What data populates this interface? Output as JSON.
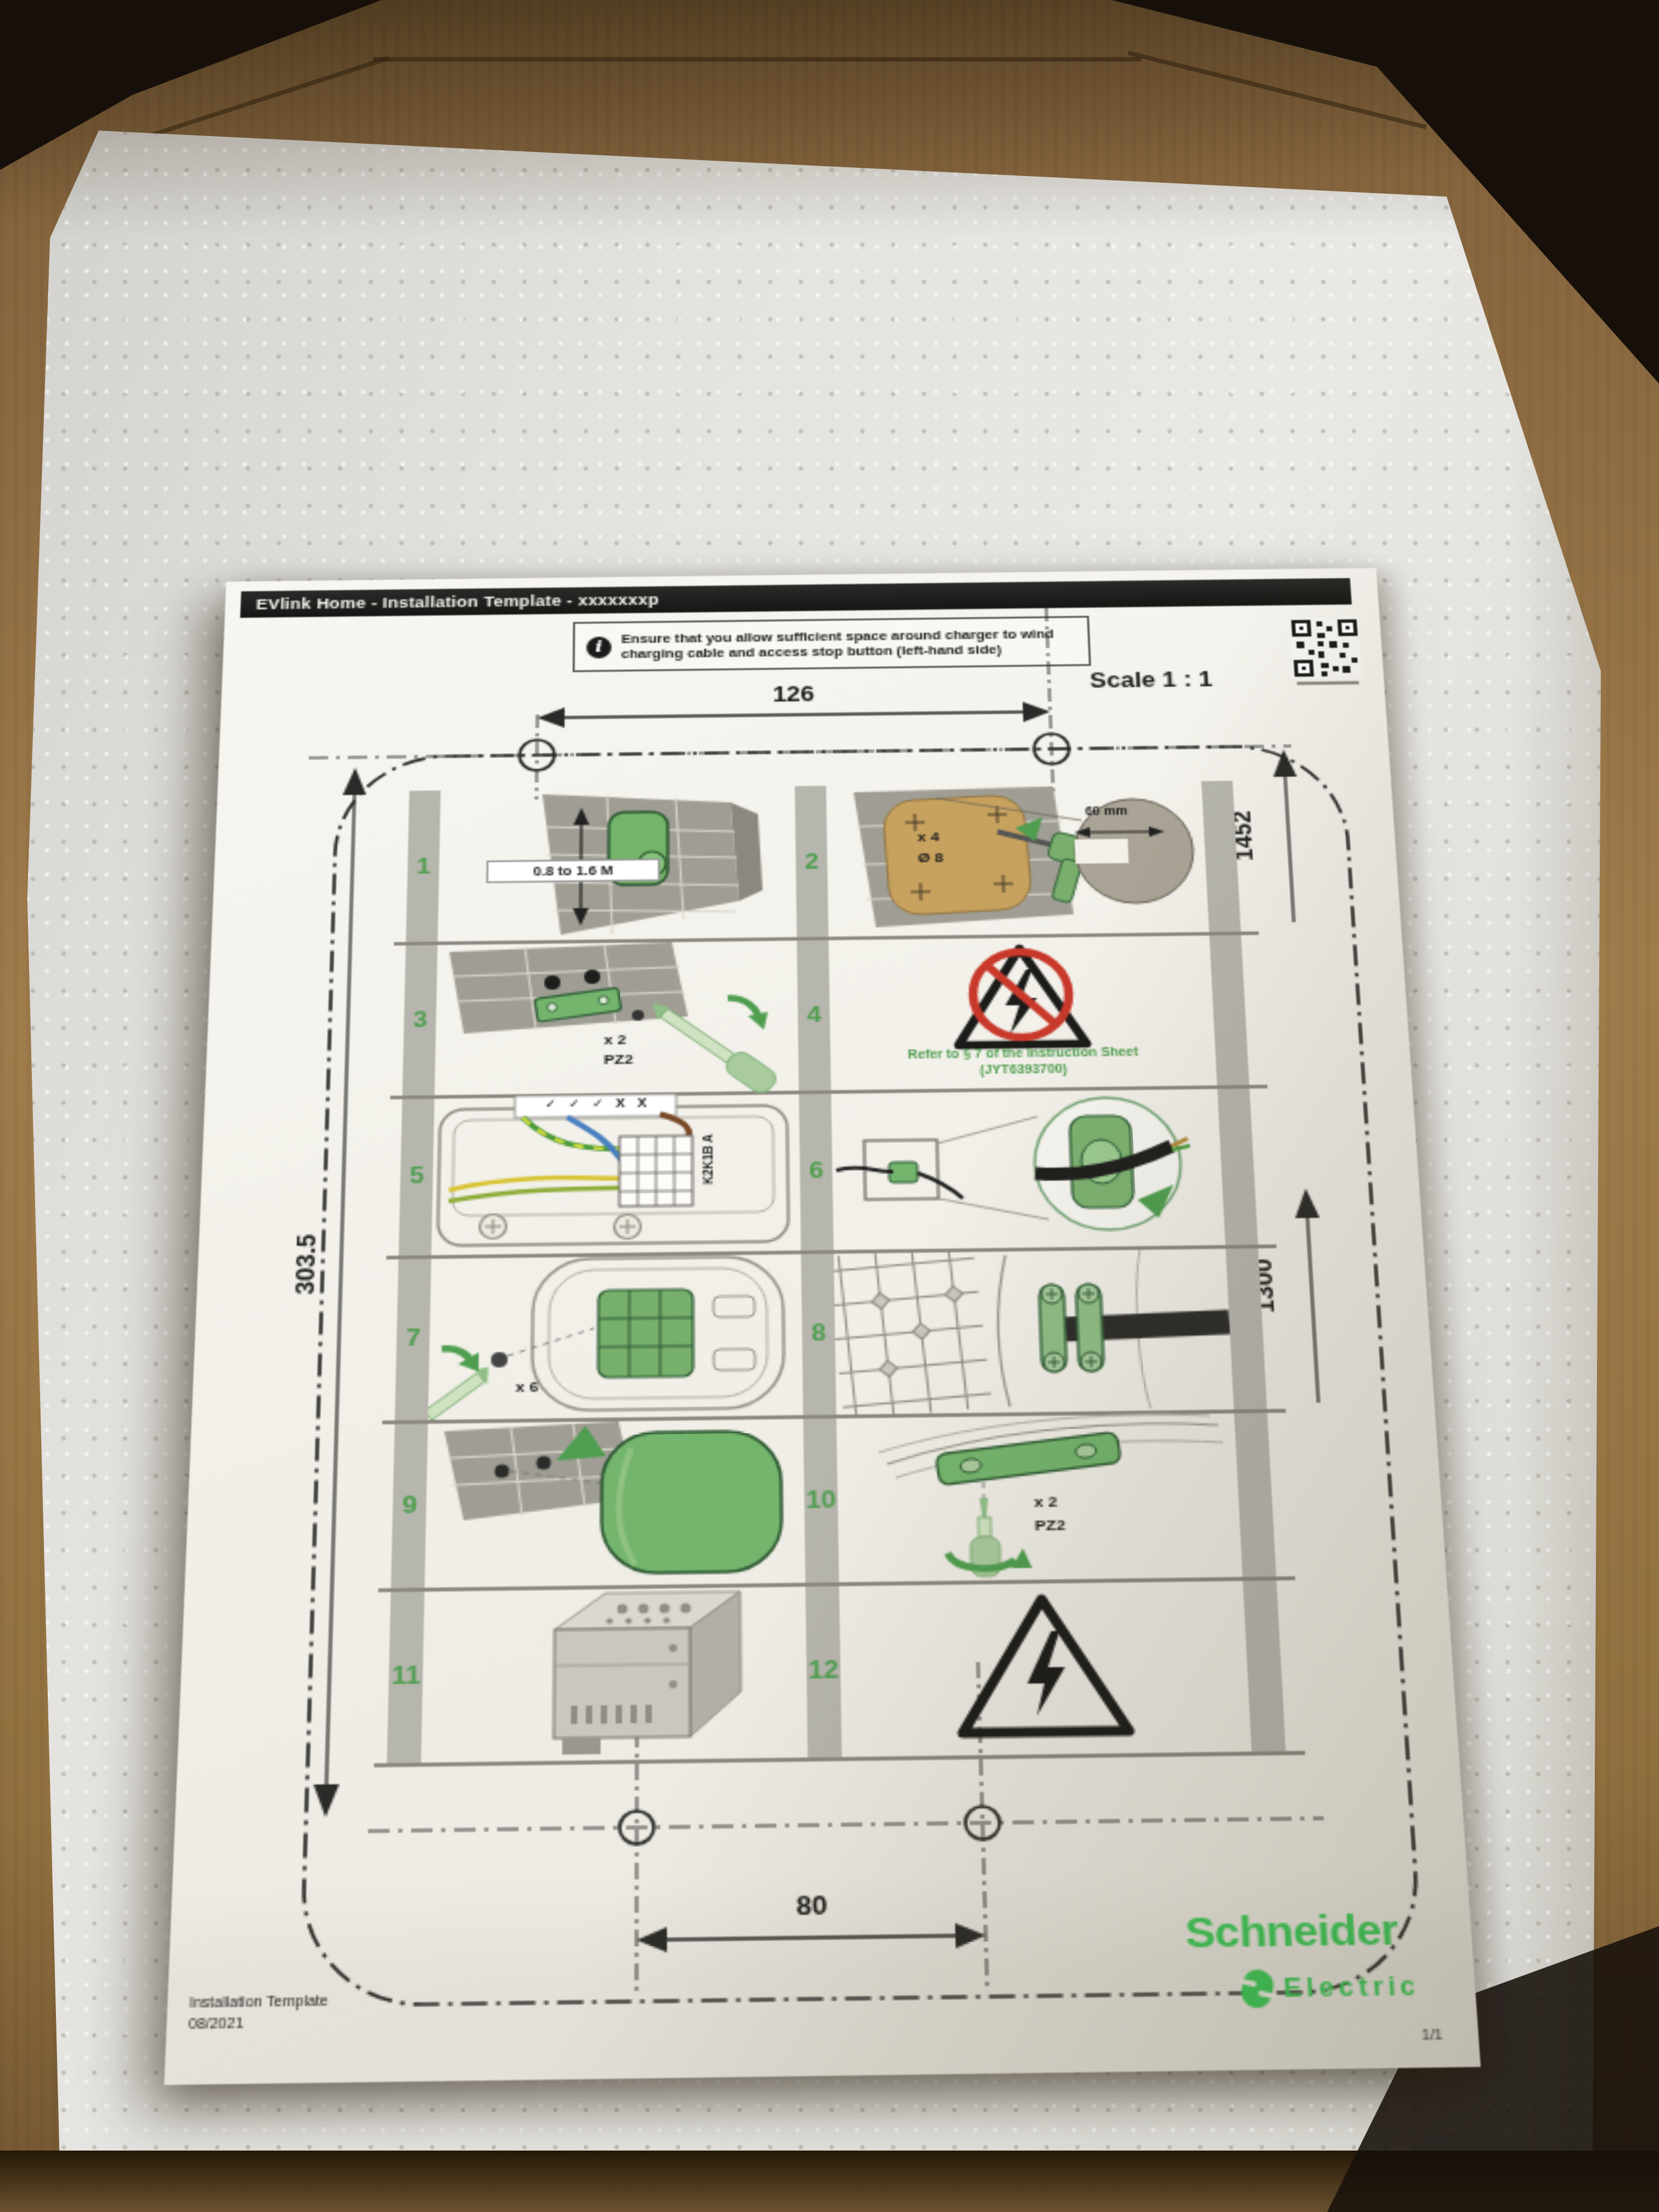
{
  "header": {
    "title": "EVlink Home - Installation Template - xxxxxxxp"
  },
  "info": {
    "icon_glyph": "i",
    "note": "Ensure that you allow sufficient space around charger to wind charging cable and access stop button (left-hand side)"
  },
  "scale": {
    "label": "Scale 1 : 1"
  },
  "dimensions": {
    "top_width": "126",
    "bottom_width": "80",
    "height_upper": "1452",
    "height_lower": "1300",
    "template_height": "303.5"
  },
  "steps": [
    {
      "number": "1",
      "range_label": "0.8 to 1.6 M"
    },
    {
      "number": "2",
      "qty": "x 4",
      "dia": "Ø 8",
      "depth": "60 mm"
    },
    {
      "number": "3",
      "qty": "x 2",
      "bit": "PZ2"
    },
    {
      "number": "4",
      "note1": "Refer to § 7 of the Instruction Sheet",
      "note2": "(JYT6393700)"
    },
    {
      "number": "5",
      "checks": "✓ ✓ ✓ X X",
      "terminals": "K2K1B A"
    },
    {
      "number": "6"
    },
    {
      "number": "7",
      "qty": "x 6"
    },
    {
      "number": "8"
    },
    {
      "number": "9"
    },
    {
      "number": "10",
      "qty": "x 2",
      "bit": "PZ2"
    },
    {
      "number": "11"
    },
    {
      "number": "12"
    }
  ],
  "footer": {
    "name": "Installation Template",
    "date": "08/2021",
    "page": "1/1"
  },
  "brand": {
    "name": "Schneider",
    "sub": "Electric"
  },
  "colors": {
    "brand_green": "#3dcd58",
    "step_green": "#4f9e50",
    "warning_red": "#c8392b",
    "header_bg": "#1d1d1b",
    "paper": "#f4f3ee",
    "foam": "#e2e1dd",
    "cardboard": "#9a754a",
    "illustration_green": "#74b56e",
    "gray_band": "#b7b6ae"
  }
}
